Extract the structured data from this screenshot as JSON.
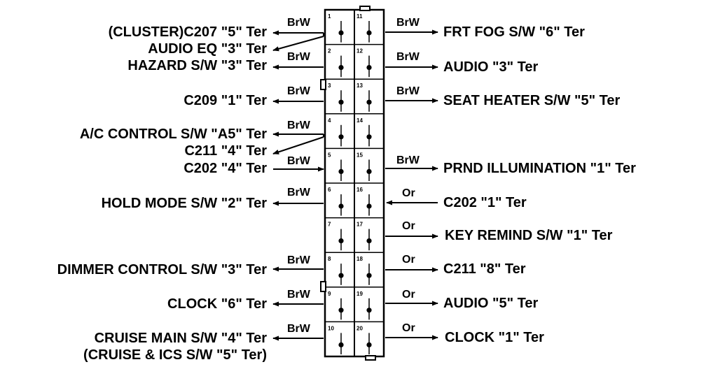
{
  "left": [
    {
      "label": "(CLUSTER)C207 \"5\" Ter",
      "wire": "BrW",
      "dir": "out"
    },
    {
      "label": "AUDIO EQ \"3\" Ter",
      "wire": "",
      "dir": "out"
    },
    {
      "label": "HAZARD S/W \"3\" Ter",
      "wire": "BrW",
      "dir": "out"
    },
    {
      "label": "C209 \"1\" Ter",
      "wire": "BrW",
      "dir": "out"
    },
    {
      "label": "A/C CONTROL S/W \"A5\" Ter",
      "wire": "BrW",
      "dir": "out"
    },
    {
      "label": "C211 \"4\" Ter",
      "wire": "",
      "dir": "out"
    },
    {
      "label": "C202 \"4\" Ter",
      "wire": "BrW",
      "dir": "in"
    },
    {
      "label": "HOLD MODE S/W \"2\" Ter",
      "wire": "BrW",
      "dir": "out"
    },
    {
      "label": "DIMMER CONTROL S/W \"3\" Ter",
      "wire": "BrW",
      "dir": "out"
    },
    {
      "label": "CLOCK \"6\" Ter",
      "wire": "BrW",
      "dir": "out"
    },
    {
      "label": "CRUISE MAIN S/W \"4\" Ter",
      "wire": "BrW",
      "dir": "out"
    },
    {
      "label": "(CRUISE & ICS S/W \"5\" Ter)",
      "wire": "",
      "dir": "none"
    }
  ],
  "right": [
    {
      "label": "FRT FOG S/W \"6\" Ter",
      "wire": "BrW",
      "dir": "out"
    },
    {
      "label": "AUDIO \"3\" Ter",
      "wire": "BrW",
      "dir": "out"
    },
    {
      "label": "SEAT HEATER S/W \"5\" Ter",
      "wire": "BrW",
      "dir": "out"
    },
    {
      "label": "PRND ILLUMINATION \"1\" Ter",
      "wire": "BrW",
      "dir": "out"
    },
    {
      "label": "C202 \"1\" Ter",
      "wire": "Or",
      "dir": "in"
    },
    {
      "label": "KEY REMIND S/W \"1\" Ter",
      "wire": "Or",
      "dir": "out"
    },
    {
      "label": "C211 \"8\" Ter",
      "wire": "Or",
      "dir": "out"
    },
    {
      "label": "AUDIO \"5\" Ter",
      "wire": "Or",
      "dir": "out"
    },
    {
      "label": "CLOCK \"1\" Ter",
      "wire": "Or",
      "dir": "out"
    }
  ],
  "pins_left": [
    "1",
    "2",
    "3",
    "4",
    "5",
    "6",
    "7",
    "8",
    "9",
    "10"
  ],
  "pins_right": [
    "11",
    "12",
    "13",
    "14",
    "15",
    "16",
    "17",
    "18",
    "19",
    "20"
  ]
}
